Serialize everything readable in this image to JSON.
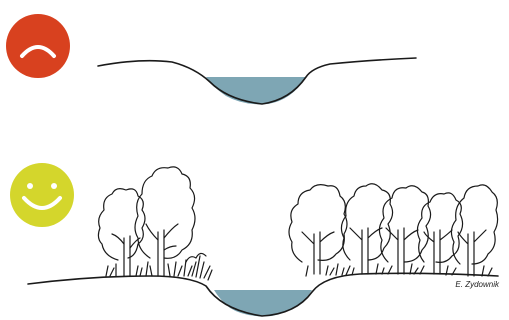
{
  "credit": "E. Zydownik",
  "colors": {
    "sad_face": "#d8411f",
    "happy_face": "#d4d62c",
    "water": "#7ea6b4",
    "ink": "#1a1a1a",
    "background": "#ffffff"
  },
  "panels": [
    {
      "name": "bare-channel",
      "face": "sad",
      "vegetation": false
    },
    {
      "name": "vegetated-channel",
      "face": "happy",
      "vegetation": true
    }
  ],
  "icons": [
    "sad-face-icon",
    "happy-face-icon"
  ]
}
